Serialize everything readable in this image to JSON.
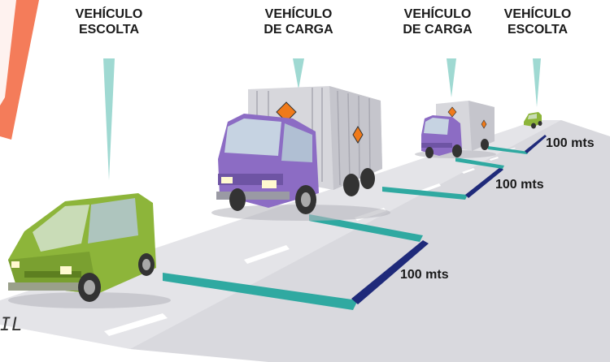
{
  "vehicles": [
    {
      "label_line1": "VEHÍCULO",
      "label_line2": "ESCOLTA",
      "type": "escort-van",
      "color": "#8db53a"
    },
    {
      "label_line1": "VEHÍCULO",
      "label_line2": "DE CARGA",
      "type": "cargo-truck",
      "color": "#8c6cc4"
    },
    {
      "label_line1": "VEHÍCULO",
      "label_line2": "DE CARGA",
      "type": "cargo-truck",
      "color": "#8c6cc4"
    },
    {
      "label_line1": "VEHÍCULO",
      "label_line2": "ESCOLTA",
      "type": "escort-van",
      "color": "#8db53a"
    }
  ],
  "distances": [
    "100 mts",
    "100 mts",
    "100 mts"
  ],
  "sign_text": "IL",
  "colors": {
    "road": "#d9d9de",
    "lane_marking": "#ffffff",
    "pointer": "#9fd9d2",
    "distance_teal": "#2fa9a1",
    "distance_navy": "#1f2a7a",
    "hazard_diamond": "#f07a1a",
    "sign_border": "#f47c5a"
  }
}
